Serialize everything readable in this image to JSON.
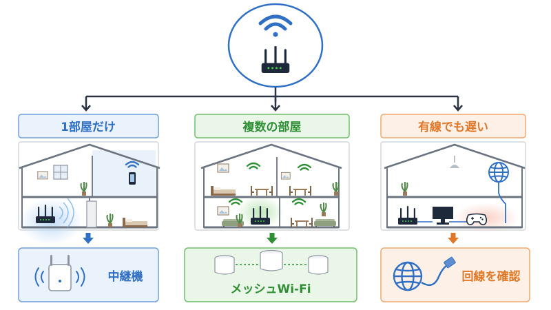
{
  "columns": [
    {
      "title": "1部屋だけ",
      "solution": "中継機",
      "accent": "#2f6fc4",
      "fill": "#eaf2fc",
      "stroke": "#6f9fd8"
    },
    {
      "title": "複数の部屋",
      "solution": "メッシュWi-Fi",
      "accent": "#2f8f35",
      "fill": "#eaf6e8",
      "stroke": "#6fbf6a"
    },
    {
      "title": "有線でも遅い",
      "solution": "回線を確認",
      "accent": "#e07828",
      "fill": "#fdf0e6",
      "stroke": "#f0a870"
    }
  ],
  "colors": {
    "router": "#1e2a3c",
    "led": "#48d24a",
    "wifi": "#2f6fc4",
    "house_line": "#6b7380",
    "connector": "#2a3340"
  },
  "icons": [
    "wifi-icon",
    "router-icon",
    "smartphone-icon",
    "range-extender-icon",
    "mesh-node-icon",
    "globe-icon",
    "ethernet-cable-icon",
    "tv-icon",
    "game-controller-icon",
    "ceiling-lamp-icon",
    "down-arrow-icon"
  ]
}
